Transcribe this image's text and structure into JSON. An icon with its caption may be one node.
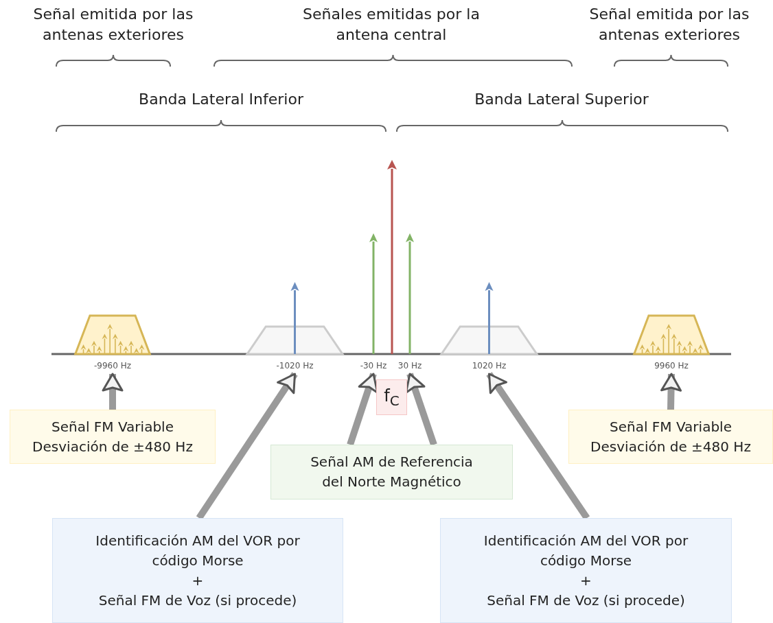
{
  "diagram": {
    "nodes": [
      {
        "text": [],
        "shape": "trapezoid",
        "beside": [
          "-9960 Hz"
        ]
      },
      {
        "text": [],
        "shape": "trapezoid",
        "beside": [
          "-1020 Hz"
        ]
      },
      {
        "text": [],
        "shape": "arrow",
        "beside": [
          "-30 Hz"
        ]
      },
      {
        "text": [],
        "shape": "arrow",
        "beside": [
          "30 Hz"
        ]
      },
      {
        "text": [],
        "shape": "trapezoid",
        "beside": [
          "1020 Hz"
        ]
      },
      {
        "text": [],
        "shape": "trapezoid",
        "beside": [
          "9960 Hz"
        ]
      },
      {
        "text": [
          "f$_{C}$"
        ]
      },
      {
        "text": [
          "Señal FM Variable Desviación de ±480 Hz"
        ]
      },
      {
        "text": [
          "Señal FM Variable Desviación de ±480 Hz"
        ]
      },
      {
        "text": [
          "Señal AM de Referencia del Norte Magnético"
        ]
      },
      {
        "text": [
          "Identificación AM del VOR por código Morse",
          "+",
          "Señal FM de Voz (si procede)"
        ]
      },
      {
        "text": [
          "Identificación AM del VOR por código Morse",
          "+",
          "Señal FM de Voz (si procede)"
        ]
      }
    ],
    "edges": [
      {
        "from": 7,
        "to": 0,
        "arrow": "to"
      },
      {
        "from": 10,
        "to": 1,
        "arrow": "to"
      },
      {
        "from": 9,
        "to": 2,
        "arrow": "to"
      },
      {
        "from": 9,
        "to": 3,
        "arrow": "to"
      },
      {
        "from": 11,
        "to": 4,
        "arrow": "to"
      },
      {
        "from": 8,
        "to": 5,
        "arrow": "to"
      }
    ],
    "labels": [
      "Señal emitida por las antenas exteriores",
      "Señales emitidas por la antena central",
      "Señal emitida por las antenas exteriores",
      "Banda Lateral Inferior",
      "Banda Lateral Superior"
    ]
  }
}
